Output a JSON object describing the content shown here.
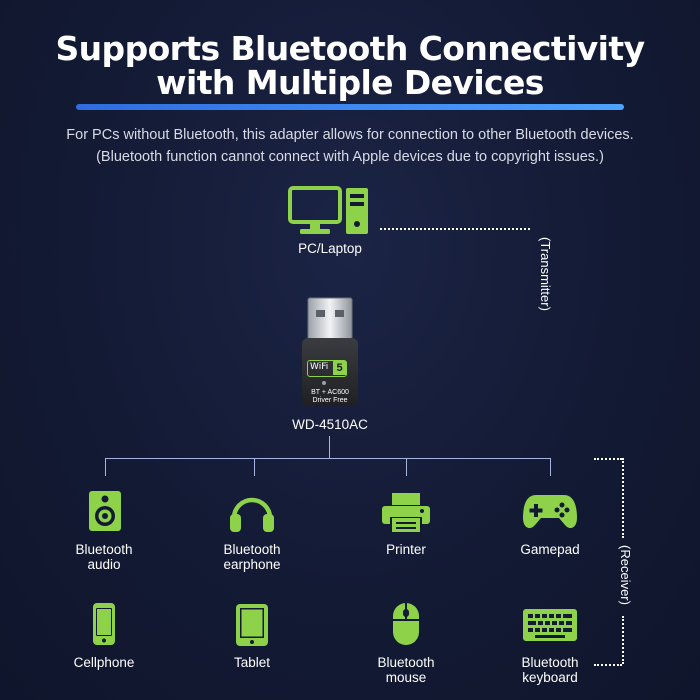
{
  "title": {
    "line1": "Supports Bluetooth Connectivity",
    "line2": "with Multiple Devices"
  },
  "subtitle": {
    "line1": "For PCs without Bluetooth, this adapter allows for connection to other Bluetooth devices.",
    "line2": "(Bluetooth function cannot connect with Apple devices due to copyright issues.)"
  },
  "transmitter": {
    "label": "PC/Laptop",
    "side_label": "(Transmitter)",
    "icon": "pc-icon"
  },
  "adapter": {
    "model": "WD-4510AC",
    "badge_brand": "WiFi",
    "badge_number": "5",
    "print_line1": "BT + AC600",
    "print_line2": "Driver Free"
  },
  "receivers": {
    "side_label": "(Receiver)",
    "row1": [
      {
        "line1": "Bluetooth",
        "line2": "audio",
        "icon": "speaker-icon"
      },
      {
        "line1": "Bluetooth",
        "line2": "earphone",
        "icon": "headphones-icon"
      },
      {
        "line1": "Printer",
        "line2": "",
        "icon": "printer-icon"
      },
      {
        "line1": "Gamepad",
        "line2": "",
        "icon": "gamepad-icon"
      }
    ],
    "row2": [
      {
        "line1": "Cellphone",
        "line2": "",
        "icon": "cellphone-icon"
      },
      {
        "line1": "Tablet",
        "line2": "",
        "icon": "tablet-icon"
      },
      {
        "line1": "Bluetooth",
        "line2": "mouse",
        "icon": "mouse-icon"
      },
      {
        "line1": "Bluetooth",
        "line2": "keyboard",
        "icon": "keyboard-icon"
      }
    ]
  },
  "colors": {
    "accent_green": "#8ed24a",
    "background": "#131a34",
    "title_bar": "#3a86f0",
    "connector_line": "#a7b3e0"
  }
}
